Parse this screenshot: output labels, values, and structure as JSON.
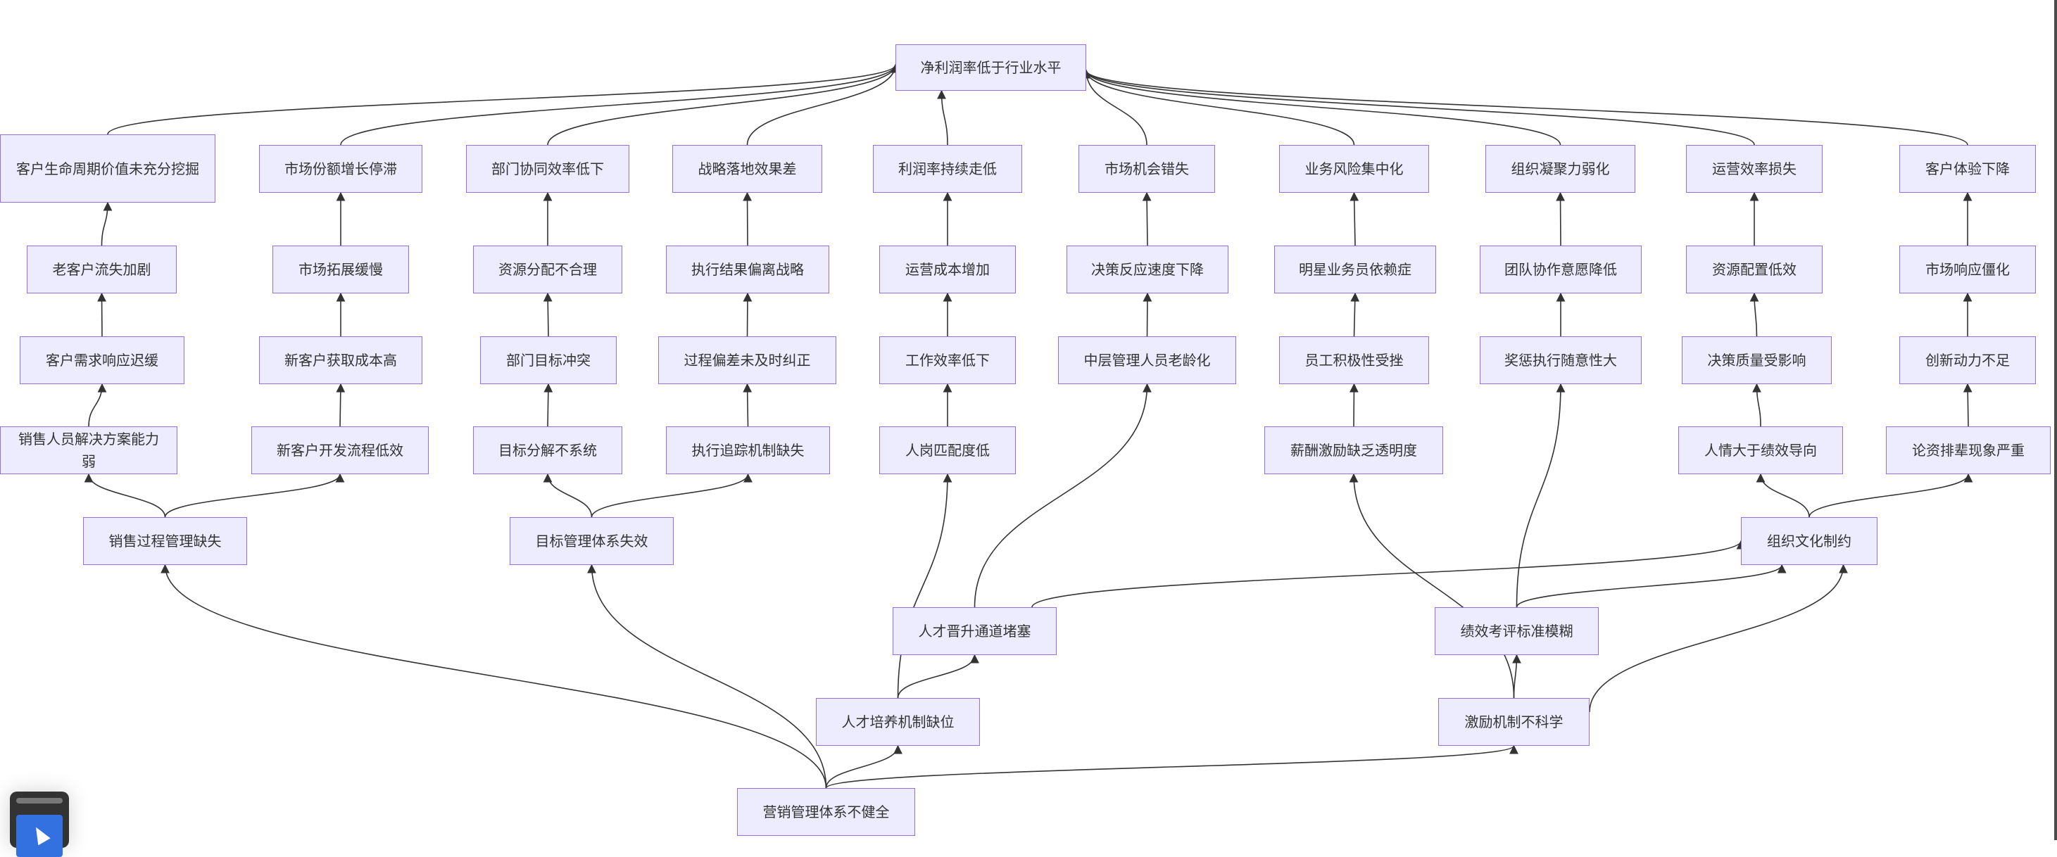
{
  "diagram": {
    "type": "flowchart",
    "direction": "bottom-to-top",
    "colors": {
      "node_fill": "#ececfe",
      "node_border": "#9370db",
      "edge": "#333333",
      "text": "#333333"
    },
    "nodes": [
      {
        "id": "root",
        "label": "净利润率低于行业水平"
      },
      {
        "id": "r1_1",
        "label": "客户生命周期价值未充分挖掘"
      },
      {
        "id": "r1_2",
        "label": "市场份额增长停滞"
      },
      {
        "id": "r1_3",
        "label": "部门协同效率低下"
      },
      {
        "id": "r1_4",
        "label": "战略落地效果差"
      },
      {
        "id": "r1_5",
        "label": "利润率持续走低"
      },
      {
        "id": "r1_6",
        "label": "市场机会错失"
      },
      {
        "id": "r1_7",
        "label": "业务风险集中化"
      },
      {
        "id": "r1_8",
        "label": "组织凝聚力弱化"
      },
      {
        "id": "r1_9",
        "label": "运营效率损失"
      },
      {
        "id": "r1_10",
        "label": "客户体验下降"
      },
      {
        "id": "r2_1",
        "label": "老客户流失加剧"
      },
      {
        "id": "r2_2",
        "label": "市场拓展缓慢"
      },
      {
        "id": "r2_3",
        "label": "资源分配不合理"
      },
      {
        "id": "r2_4",
        "label": "执行结果偏离战略"
      },
      {
        "id": "r2_5",
        "label": "运营成本增加"
      },
      {
        "id": "r2_6",
        "label": "决策反应速度下降"
      },
      {
        "id": "r2_7",
        "label": "明星业务员依赖症"
      },
      {
        "id": "r2_8",
        "label": "团队协作意愿降低"
      },
      {
        "id": "r2_9",
        "label": "资源配置低效"
      },
      {
        "id": "r2_10",
        "label": "市场响应僵化"
      },
      {
        "id": "r3_1",
        "label": "客户需求响应迟缓"
      },
      {
        "id": "r3_2",
        "label": "新客户获取成本高"
      },
      {
        "id": "r3_3",
        "label": "部门目标冲突"
      },
      {
        "id": "r3_4",
        "label": "过程偏差未及时纠正"
      },
      {
        "id": "r3_5",
        "label": "工作效率低下"
      },
      {
        "id": "r3_6",
        "label": "中层管理人员老龄化"
      },
      {
        "id": "r3_7",
        "label": "员工积极性受挫"
      },
      {
        "id": "r3_8",
        "label": "奖惩执行随意性大"
      },
      {
        "id": "r3_9",
        "label": "决策质量受影响"
      },
      {
        "id": "r3_10",
        "label": "创新动力不足"
      },
      {
        "id": "r4_1",
        "label": "销售人员解决方案能力弱"
      },
      {
        "id": "r4_2",
        "label": "新客户开发流程低效"
      },
      {
        "id": "r4_3",
        "label": "目标分解不系统"
      },
      {
        "id": "r4_4",
        "label": "执行追踪机制缺失"
      },
      {
        "id": "r4_5",
        "label": "人岗匹配度低"
      },
      {
        "id": "r4_7",
        "label": "薪酬激励缺乏透明度"
      },
      {
        "id": "r4_9",
        "label": "人情大于绩效导向"
      },
      {
        "id": "r4_10",
        "label": "论资排辈现象严重"
      },
      {
        "id": "m_sales",
        "label": "销售过程管理缺失"
      },
      {
        "id": "m_goal",
        "label": "目标管理体系失效"
      },
      {
        "id": "m_culture",
        "label": "组织文化制约"
      },
      {
        "id": "m_promo",
        "label": "人才晋升通道堵塞"
      },
      {
        "id": "m_perf",
        "label": "绩效考评标准模糊"
      },
      {
        "id": "m_talent",
        "label": "人才培养机制缺位"
      },
      {
        "id": "m_incent",
        "label": "激励机制不科学"
      },
      {
        "id": "base",
        "label": "营销管理体系不健全"
      }
    ],
    "edges": [
      [
        "r1_1",
        "root"
      ],
      [
        "r1_2",
        "root"
      ],
      [
        "r1_3",
        "root"
      ],
      [
        "r1_4",
        "root"
      ],
      [
        "r1_5",
        "root"
      ],
      [
        "r1_6",
        "root"
      ],
      [
        "r1_7",
        "root"
      ],
      [
        "r1_8",
        "root"
      ],
      [
        "r1_9",
        "root"
      ],
      [
        "r1_10",
        "root"
      ],
      [
        "r2_1",
        "r1_1"
      ],
      [
        "r2_2",
        "r1_2"
      ],
      [
        "r2_3",
        "r1_3"
      ],
      [
        "r2_4",
        "r1_4"
      ],
      [
        "r2_5",
        "r1_5"
      ],
      [
        "r2_6",
        "r1_6"
      ],
      [
        "r2_7",
        "r1_7"
      ],
      [
        "r2_8",
        "r1_8"
      ],
      [
        "r2_9",
        "r1_9"
      ],
      [
        "r2_10",
        "r1_10"
      ],
      [
        "r3_1",
        "r2_1"
      ],
      [
        "r3_2",
        "r2_2"
      ],
      [
        "r3_3",
        "r2_3"
      ],
      [
        "r3_4",
        "r2_4"
      ],
      [
        "r3_5",
        "r2_5"
      ],
      [
        "r3_6",
        "r2_6"
      ],
      [
        "r3_7",
        "r2_7"
      ],
      [
        "r3_8",
        "r2_8"
      ],
      [
        "r3_9",
        "r2_9"
      ],
      [
        "r3_10",
        "r2_10"
      ],
      [
        "r4_1",
        "r3_1"
      ],
      [
        "r4_2",
        "r3_2"
      ],
      [
        "r4_3",
        "r3_3"
      ],
      [
        "r4_4",
        "r3_4"
      ],
      [
        "r4_5",
        "r3_5"
      ],
      [
        "r4_7",
        "r3_7"
      ],
      [
        "r4_9",
        "r3_9"
      ],
      [
        "r4_10",
        "r3_10"
      ],
      [
        "m_sales",
        "r4_1"
      ],
      [
        "m_sales",
        "r4_2"
      ],
      [
        "m_goal",
        "r4_3"
      ],
      [
        "m_goal",
        "r4_4"
      ],
      [
        "m_culture",
        "r4_9"
      ],
      [
        "m_culture",
        "r4_10"
      ],
      [
        "m_promo",
        "r3_6"
      ],
      [
        "m_promo",
        "m_culture"
      ],
      [
        "m_perf",
        "r3_8"
      ],
      [
        "m_perf",
        "m_culture"
      ],
      [
        "m_talent",
        "r4_5"
      ],
      [
        "m_talent",
        "m_promo"
      ],
      [
        "m_incent",
        "r4_7"
      ],
      [
        "m_incent",
        "m_perf"
      ],
      [
        "m_incent",
        "m_culture"
      ],
      [
        "base",
        "m_sales"
      ],
      [
        "base",
        "m_goal"
      ],
      [
        "base",
        "m_talent"
      ],
      [
        "base",
        "m_incent"
      ]
    ]
  },
  "overlay": {
    "widget_icon": "cursor-pointer-icon"
  }
}
